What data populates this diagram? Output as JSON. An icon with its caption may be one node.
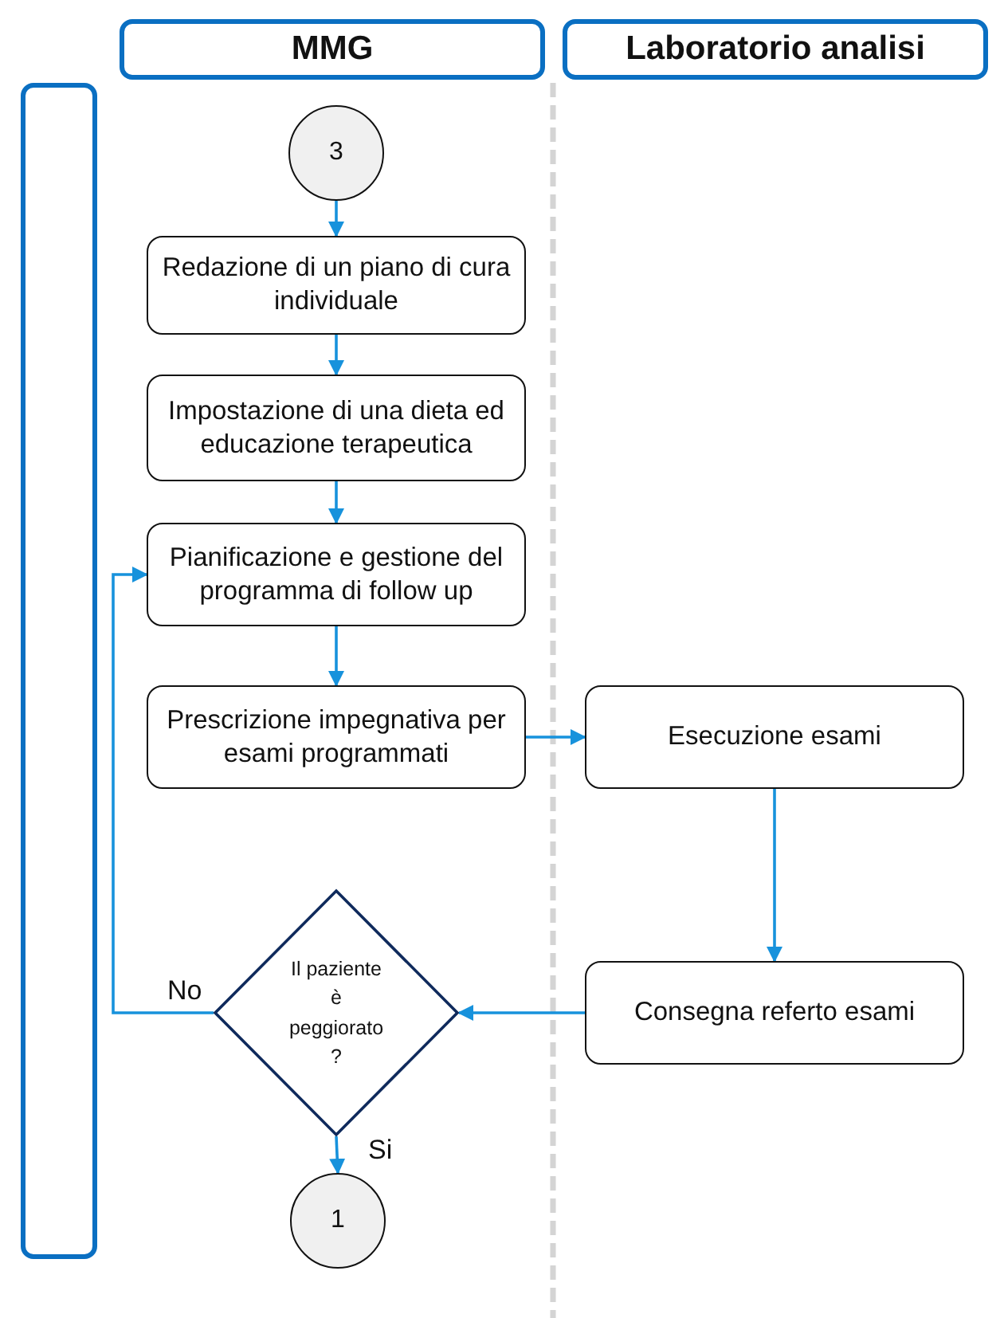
{
  "diagram": {
    "nodes": [
      {
        "text": [
          "MMG"
        ]
      },
      {
        "text": [
          "Laboratorio analisi"
        ]
      },
      {
        "text": [],
        "shape": "box"
      },
      {
        "text": [
          "3"
        ]
      },
      {
        "text": [
          "Redazione di un piano di cura individuale"
        ]
      },
      {
        "text": [
          "Impostazione di una dieta ed educazione terapeutica"
        ]
      },
      {
        "text": [
          "Pianificazione e gestione del programma di follow up"
        ]
      },
      {
        "text": [
          "Prescrizione impegnativa per esami programmati"
        ]
      },
      {
        "text": [
          "Esecuzione esami"
        ]
      },
      {
        "text": [
          "Consegna referto esami"
        ]
      },
      {
        "text": [
          "Il paziente è peggiorato ?"
        ]
      },
      {
        "text": [
          "1"
        ]
      }
    ],
    "edges": [
      {
        "from": 3,
        "to": 4,
        "arrow": "to"
      },
      {
        "from": 4,
        "to": 5,
        "arrow": "to"
      },
      {
        "from": 5,
        "to": 6,
        "arrow": "to"
      },
      {
        "from": 6,
        "to": 7,
        "arrow": "to"
      },
      {
        "from": 7,
        "to": 8,
        "arrow": "to"
      },
      {
        "from": 8,
        "to": 9,
        "arrow": "to"
      },
      {
        "from": 9,
        "to": 10,
        "arrow": "to"
      },
      {
        "from": 10,
        "to": 6,
        "arrow": "to",
        "label": "No"
      },
      {
        "from": 10,
        "to": 11,
        "arrow": "to",
        "label": "Si"
      }
    ]
  }
}
